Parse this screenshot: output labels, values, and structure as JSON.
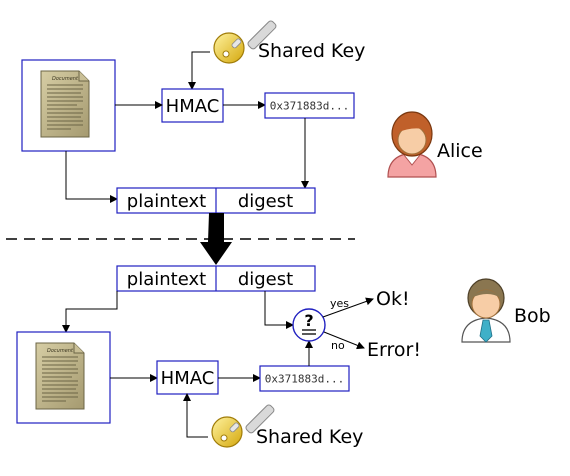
{
  "sender": {
    "shared_key_label": "Shared Key",
    "hmac_label": "HMAC",
    "digest_value": "0x371883d...",
    "plaintext_label": "plaintext",
    "digest_label": "digest",
    "person_name": "Alice",
    "document_caption": "Document"
  },
  "receiver": {
    "shared_key_label": "Shared Key",
    "hmac_label": "HMAC",
    "digest_value": "0x371883d...",
    "plaintext_label": "plaintext",
    "digest_label": "digest",
    "person_name": "Bob",
    "document_caption": "Document"
  },
  "compare": {
    "symbol": "?",
    "yes_label": "yes",
    "no_label": "no",
    "ok_result": "Ok!",
    "error_result": "Error!"
  },
  "icons": {
    "key": "key-icon",
    "document": "document-icon",
    "alice": "person-female-icon",
    "bob": "person-male-icon"
  },
  "colors": {
    "box_border": "#2020c0",
    "key_gold": "#e8c21a",
    "key_silver": "#c8c8c8",
    "parchment": "#b8ad86",
    "alice_hair": "#c0602a",
    "alice_shirt": "#f4a3a3",
    "bob_hair": "#8a7650",
    "bob_tie": "#3fb0c8"
  }
}
